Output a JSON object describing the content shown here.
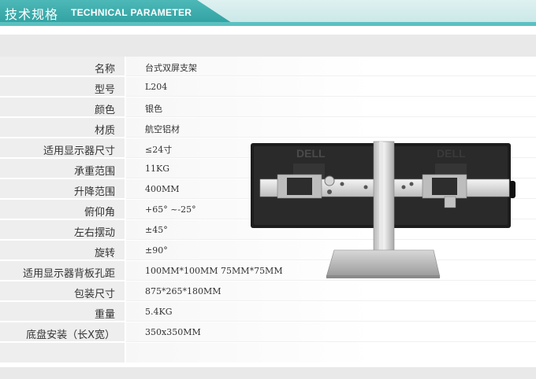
{
  "header": {
    "title_cn": "技术规格",
    "title_en": "TECHNICAL PARAMETER"
  },
  "specs": [
    {
      "label": "名称",
      "value": "台式双屏支架"
    },
    {
      "label": "型号",
      "value": "L204"
    },
    {
      "label": "颜色",
      "value": "银色"
    },
    {
      "label": "材质",
      "value": "航空铝材"
    },
    {
      "label": "适用显示器尺寸",
      "value": "≤24寸"
    },
    {
      "label": "承重范围",
      "value": "11KG"
    },
    {
      "label": "升降范围",
      "value": "400MM"
    },
    {
      "label": "俯仰角",
      "value": "+65° ~-25°"
    },
    {
      "label": "左右摆动",
      "value": "±45°"
    },
    {
      "label": "旋转",
      "value": "±90°"
    },
    {
      "label": "适用显示器背板孔距",
      "value": "100MM*100MM  75MM*75MM"
    },
    {
      "label": "包装尺寸",
      "value": "875*265*180MM"
    },
    {
      "label": "重量",
      "value": "5.4KG"
    },
    {
      "label": "底盘安装（长X宽）",
      "value": "350x350MM"
    }
  ],
  "product_image": {
    "brand_text": "DELL"
  },
  "colors": {
    "header_accent": "#3aa9a9",
    "label_bg": "#eeeeee",
    "band_bg": "#e9e9e9"
  }
}
